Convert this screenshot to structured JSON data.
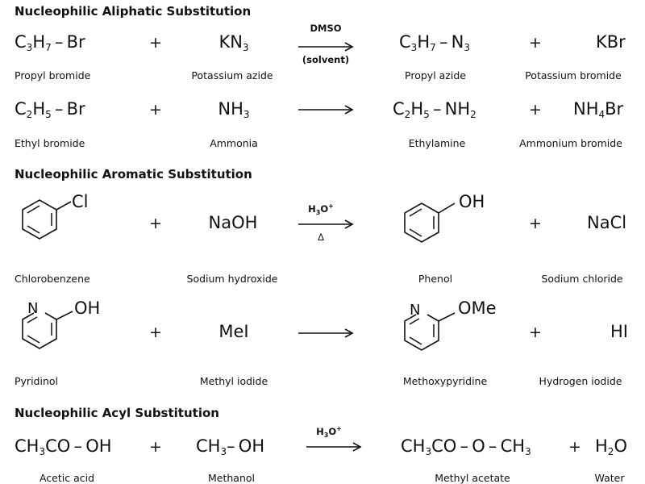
{
  "sections": {
    "aliphatic": {
      "heading": "Nucleophilic Aliphatic Substitution"
    },
    "aromatic": {
      "heading": "Nucleophilic Aromatic Substitution"
    },
    "acyl": {
      "heading": "Nucleophilic Acyl Substitution"
    }
  },
  "reactions": {
    "r1": {
      "reactant1": {
        "name": "Propyl bromide"
      },
      "reactant2": {
        "name": "Potassium azide"
      },
      "condition_top": "DMSO",
      "condition_bottom": "(solvent)",
      "product1": {
        "name": "Propyl azide"
      },
      "product2": {
        "name": "Potassium bromide"
      }
    },
    "r2": {
      "reactant1": {
        "name": "Ethyl bromide"
      },
      "reactant2": {
        "name": "Ammonia"
      },
      "product1": {
        "name": "Ethylamine"
      },
      "product2": {
        "name": "Ammonium bromide"
      }
    },
    "r3": {
      "reactant1": {
        "name": "Chlorobenzene",
        "substituent": "Cl"
      },
      "reactant2": {
        "formula": "NaOH",
        "name": "Sodium hydroxide"
      },
      "condition_bottom": "Δ",
      "product1": {
        "name": "Phenol",
        "substituent": "OH"
      },
      "product2": {
        "formula": "NaCl",
        "name": "Sodium chloride"
      }
    },
    "r4": {
      "reactant1": {
        "name": "Pyridinol",
        "ring_atom": "N",
        "substituent": "OH"
      },
      "reactant2": {
        "formula": "MeI",
        "name": "Methyl iodide"
      },
      "product1": {
        "name": "Methoxypyridine",
        "ring_atom": "N",
        "substituent": "OMe"
      },
      "product2": {
        "formula": "HI",
        "name": "Hydrogen iodide"
      }
    },
    "r5": {
      "reactant1": {
        "name": "Acetic acid"
      },
      "reactant2": {
        "name": "Methanol"
      },
      "product1": {
        "name": "Methyl acetate"
      },
      "product2": {
        "name": "Water"
      }
    }
  },
  "plus_sign": "+"
}
